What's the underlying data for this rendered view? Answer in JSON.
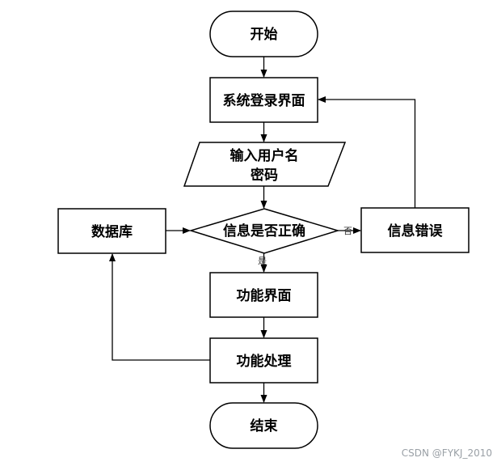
{
  "nodes": {
    "start": "开始",
    "login": "系统登录界面",
    "input_line1": "输入用户名",
    "input_line2": "密码",
    "decision": "信息是否正确",
    "error": "信息错误",
    "database": "数据库",
    "function_ui": "功能界面",
    "function_proc": "功能处理",
    "end": "结束"
  },
  "edges": {
    "no_label": "否",
    "yes_label": "是"
  },
  "watermark": "CSDN @FYKJ_2010"
}
